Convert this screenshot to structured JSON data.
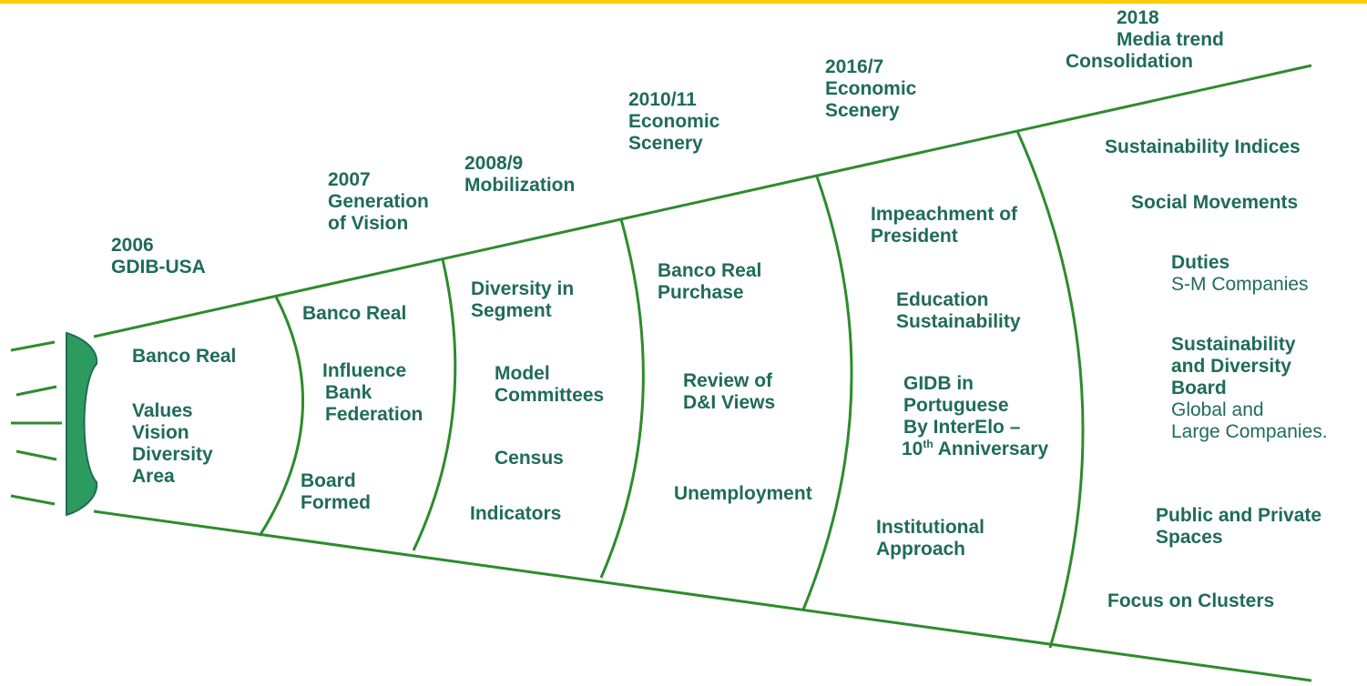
{
  "colors": {
    "top_bar": "#ffcc00",
    "line": "#2e8b2e",
    "source_fill": "#2e9b5e",
    "source_stroke": "#1f6b5a",
    "text": "#1f6b5a"
  },
  "stages": [
    {
      "heading": [
        "2006",
        "GDIB-USA"
      ],
      "items": [
        "Banco Real",
        "Values",
        "Vision",
        "Diversity",
        "Area"
      ]
    },
    {
      "heading": [
        "2007",
        "Generation",
        "of Vision"
      ],
      "items": [
        "Banco Real",
        "Influence",
        "Bank",
        "Federation",
        "Board",
        "Formed"
      ]
    },
    {
      "heading": [
        "2008/9",
        "Mobilization"
      ],
      "items": [
        "Diversity in",
        "Segment",
        "Model",
        "Committees",
        "Census",
        "Indicators"
      ]
    },
    {
      "heading": [
        "2010/11",
        "Economic",
        "Scenery"
      ],
      "items": [
        "Banco Real",
        "Purchase",
        "Review of",
        "D&I Views",
        "Unemployment"
      ]
    },
    {
      "heading": [
        "2016/7",
        "Economic",
        "Scenery"
      ],
      "items": [
        "Impeachment of",
        "President",
        "Education",
        "Sustainability",
        "GIDB in",
        "Portuguese",
        "By InterElo –",
        "10",
        "th",
        " Anniversary",
        "Institutional",
        "Approach"
      ]
    },
    {
      "heading": [
        "2018",
        "Media trend",
        "Consolidation"
      ],
      "items": [
        "Sustainability Indices",
        "Social Movements",
        "Duties",
        "S-M Companies",
        "Sustainability",
        "and Diversity",
        "Board",
        "Global and",
        "Large Companies.",
        "Public and Private",
        "Spaces",
        "Focus on Clusters"
      ]
    }
  ]
}
